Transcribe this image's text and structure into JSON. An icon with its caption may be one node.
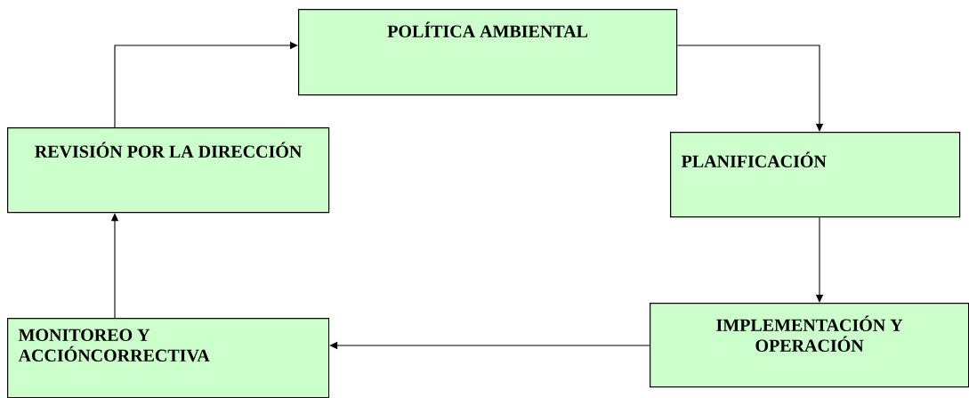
{
  "diagram": {
    "nodes": [
      {
        "text": [
          "POLÍTICA AMBIENTAL"
        ]
      },
      {
        "text": [
          "PLANIFICACIÓN"
        ]
      },
      {
        "text": [
          "IMPLEMENTACIÓN Y OPERACIÓN"
        ]
      },
      {
        "text": [
          "MONITOREO Y ACCIÓNCORRECTIVA"
        ]
      },
      {
        "text": [
          "REVISIÓN POR LA DIRECCIÓN"
        ]
      }
    ],
    "edges": [
      {
        "from": 4,
        "to": 0,
        "arrow": "to"
      },
      {
        "from": 0,
        "to": 1,
        "arrow": "to"
      },
      {
        "from": 1,
        "to": 2,
        "arrow": "to"
      },
      {
        "from": 2,
        "to": 3,
        "arrow": "to"
      },
      {
        "from": 3,
        "to": 4,
        "arrow": "to"
      }
    ]
  }
}
